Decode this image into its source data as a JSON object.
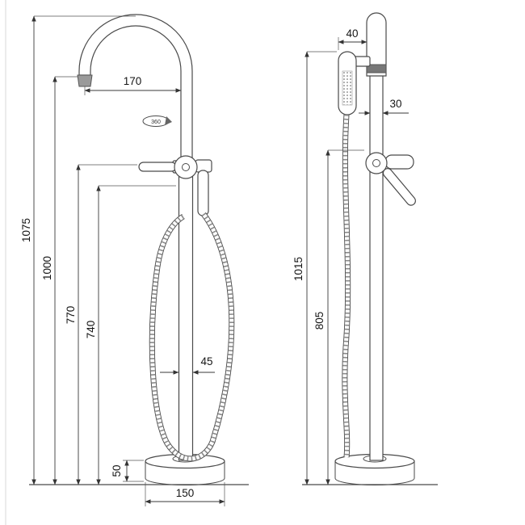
{
  "front_view": {
    "spout_reach_mm": "170",
    "total_height_mm": "1075",
    "spout_height_mm": "1000",
    "valve_height_mm": "770",
    "handle_height_mm": "740",
    "column_diameter_mm": "45",
    "base_height_mm": "50",
    "base_diameter_mm": "150",
    "swivel_degrees": "360"
  },
  "side_view": {
    "handshower_offset_mm": "40",
    "column_diameter_mm": "30",
    "total_height_mm": "1015",
    "valve_height_mm": "805"
  }
}
